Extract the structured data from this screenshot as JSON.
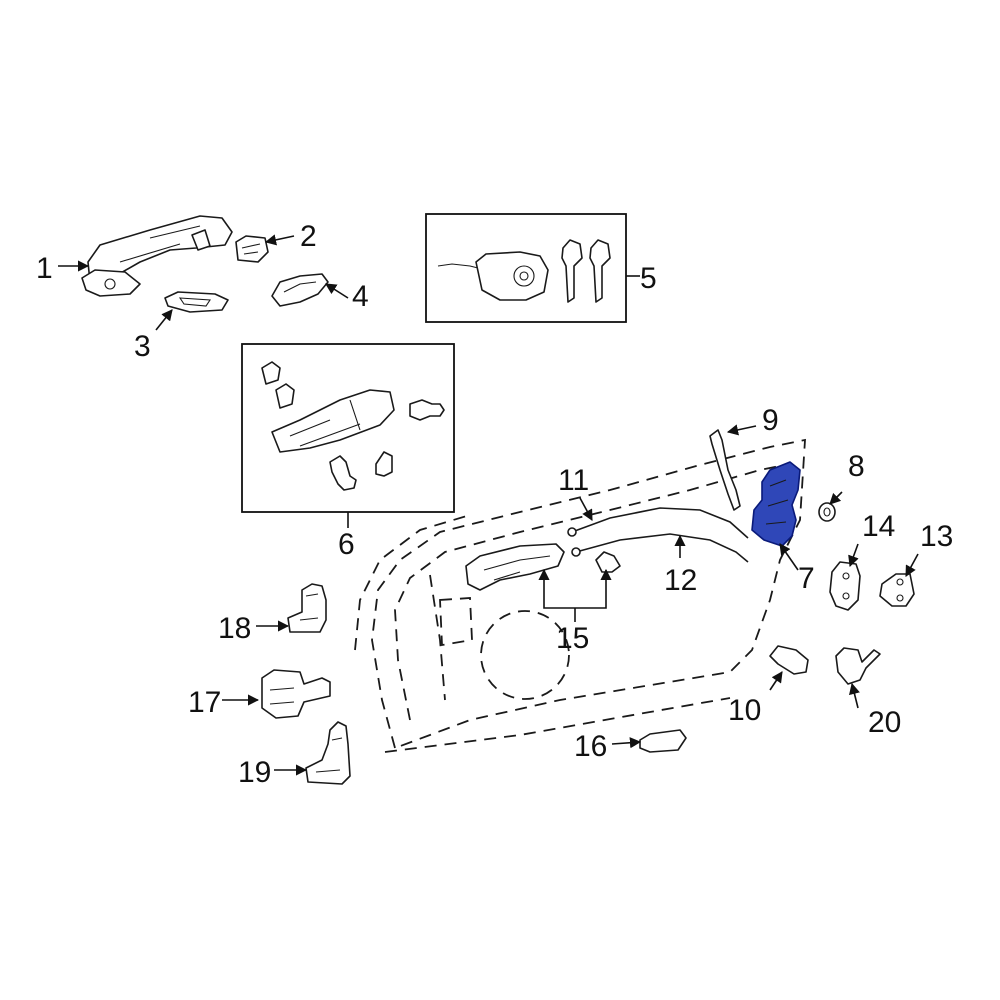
{
  "diagram": {
    "highlight_color": "#2f47b8",
    "callouts": [
      {
        "id": "1",
        "label": "1"
      },
      {
        "id": "2",
        "label": "2"
      },
      {
        "id": "3",
        "label": "3"
      },
      {
        "id": "4",
        "label": "4"
      },
      {
        "id": "5",
        "label": "5"
      },
      {
        "id": "6",
        "label": "6"
      },
      {
        "id": "7",
        "label": "7"
      },
      {
        "id": "8",
        "label": "8"
      },
      {
        "id": "9",
        "label": "9"
      },
      {
        "id": "10",
        "label": "10"
      },
      {
        "id": "11",
        "label": "11"
      },
      {
        "id": "12",
        "label": "12"
      },
      {
        "id": "13",
        "label": "13"
      },
      {
        "id": "14",
        "label": "14"
      },
      {
        "id": "15",
        "label": "15"
      },
      {
        "id": "16",
        "label": "16"
      },
      {
        "id": "17",
        "label": "17"
      },
      {
        "id": "18",
        "label": "18"
      },
      {
        "id": "19",
        "label": "19"
      },
      {
        "id": "20",
        "label": "20"
      }
    ]
  }
}
